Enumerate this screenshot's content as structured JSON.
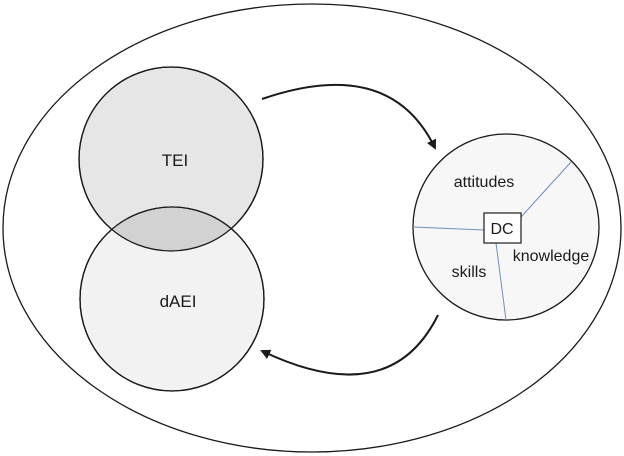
{
  "labels": {
    "tei": "TEI",
    "daei": "dAEI",
    "dc": "DC",
    "attitudes": "attitudes",
    "knowledge": "knowledge",
    "skills": "skills"
  },
  "colors": {
    "background": "#ffffff",
    "outline": "#1a1a1a",
    "tei_fill": "#e6e6e6",
    "daei_fill": "#f2f2f2",
    "overlap_fill": "#d2d2d2",
    "dc_fill": "#f7f7f7",
    "divider": "#6f8fbf"
  }
}
